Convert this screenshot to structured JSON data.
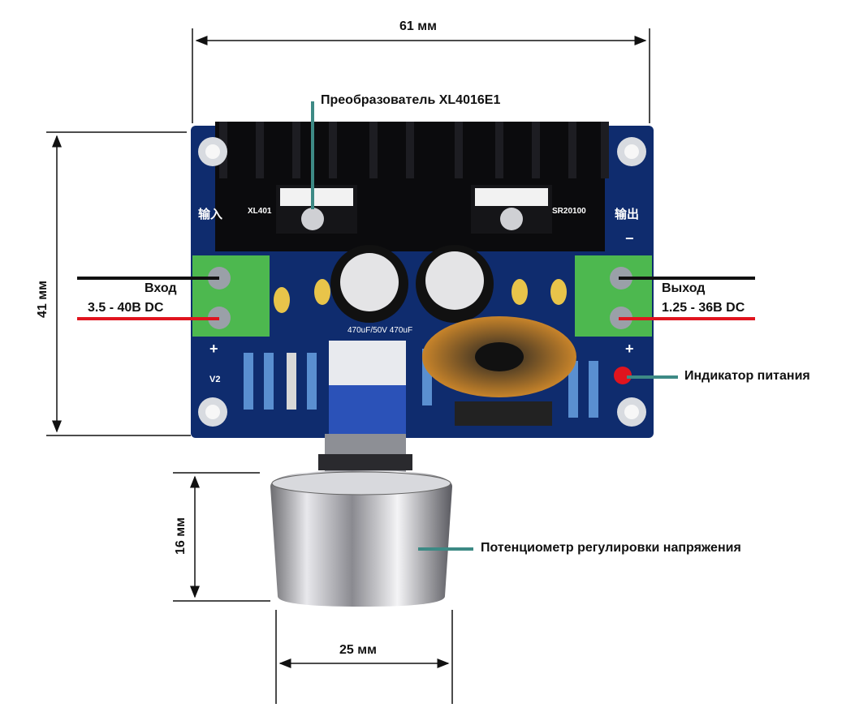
{
  "dimensions": {
    "width_label": "61 мм",
    "height_label": "41 мм",
    "pot_height_label": "16 мм",
    "pot_width_label": "25 мм"
  },
  "callouts": {
    "converter": "Преобразователь XL4016E1",
    "indicator": "Индикатор питания",
    "potentiometer": "Потенциометр регулировки напряжения"
  },
  "input": {
    "title": "Вход",
    "range": "3.5 - 40В DC"
  },
  "output": {
    "title": "Выход",
    "range": "1.25 - 36В DC"
  },
  "board_text": {
    "in_cn": "输入",
    "out_cn": "输出",
    "chip": "XL401",
    "diode": "SR20100",
    "caps": "470uF/50V 470uF",
    "v2": "V2",
    "plus": "+",
    "minus": "−"
  },
  "colors": {
    "board": "#0f2c6e",
    "callout_line": "#3d8a85",
    "wire_red": "#e0141e",
    "wire_black": "#111111",
    "terminal": "#4db84f"
  }
}
